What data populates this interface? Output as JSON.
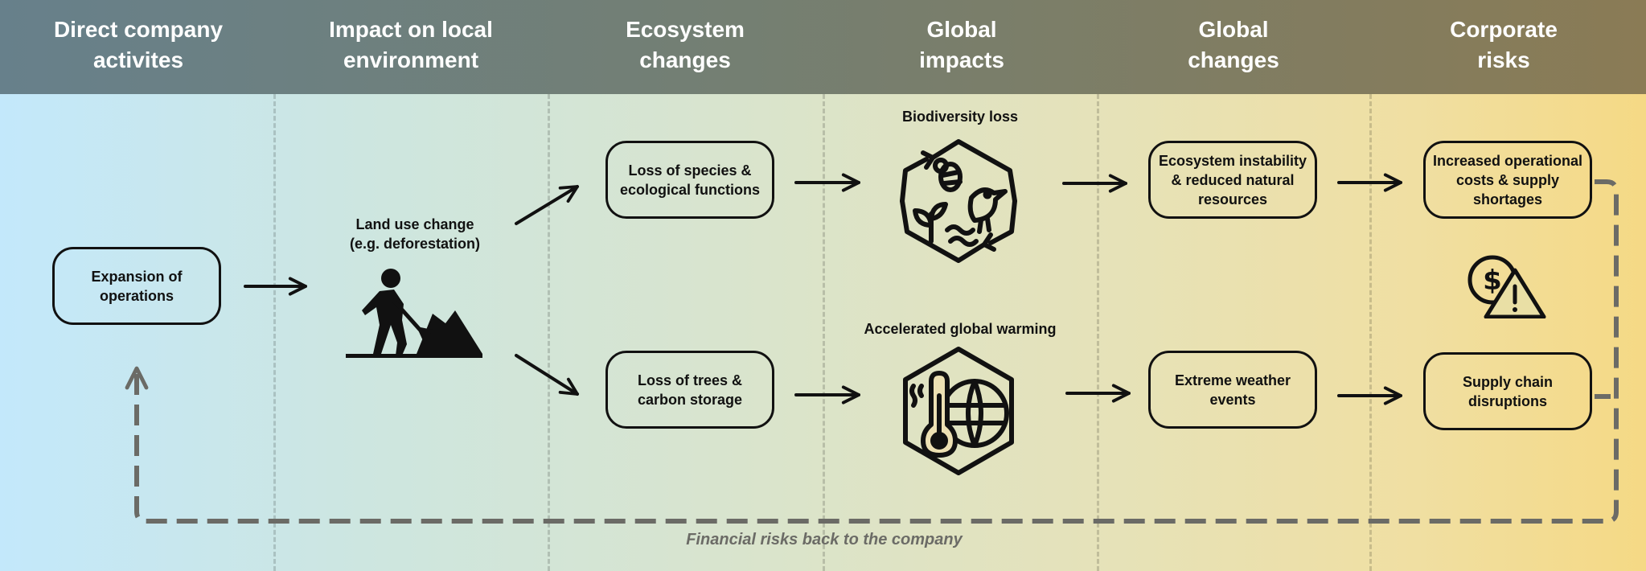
{
  "header": {
    "columns": [
      "Direct company\nactivites",
      "Impact on local\nenvironment",
      "Ecosystem\nchanges",
      "Global\nimpacts",
      "Global\nchanges",
      "Corporate\nrisks"
    ]
  },
  "nodes": {
    "expansion": "Expansion of\noperations",
    "land_use": "Land use change\n(e.g.  deforestation)",
    "species": "Loss of species &\necological functions",
    "trees": "Loss of trees &\ncarbon storage",
    "biodiversity": "Biodiversity loss",
    "warming": "Accelerated global warming",
    "instability": "Ecosystem instability\n& reduced natural\nresources",
    "weather": "Extreme weather\nevents",
    "costs": "Increased operational\ncosts & supply\nshortages",
    "supply": "Supply chain\ndisruptions"
  },
  "footer": {
    "feedback_label": "Financial risks back to the company"
  },
  "icons": [
    "construction-worker-icon",
    "biodiversity-icon",
    "climate-thermometer-globe-icon",
    "financial-risk-icon"
  ],
  "colors": {
    "header_start": "#67808b",
    "header_end": "#8a7b55",
    "bg_start": "#c3e8fb",
    "bg_end": "#f5d985",
    "line": "#111111",
    "feedback_line": "#6b6b66"
  }
}
